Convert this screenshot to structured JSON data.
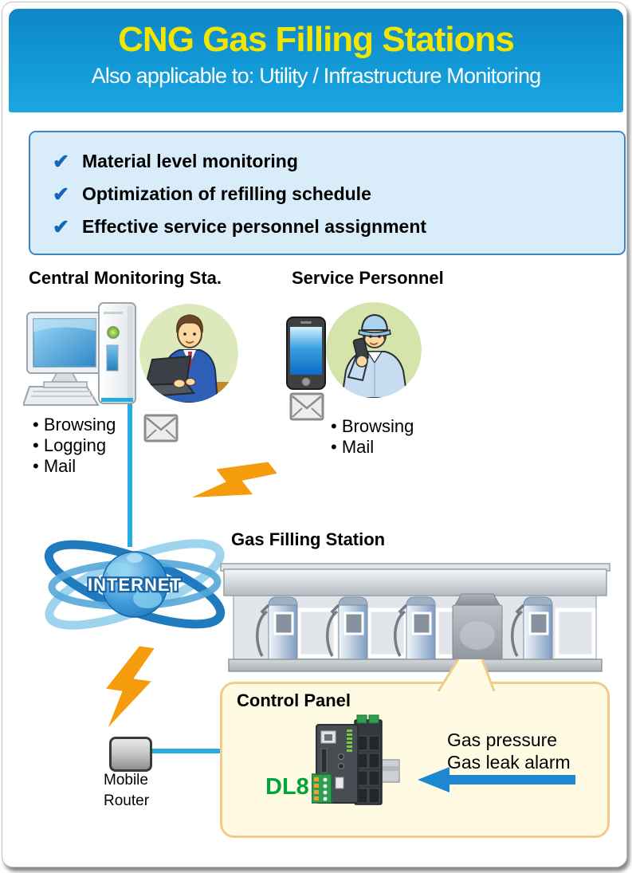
{
  "header": {
    "title": "CNG Gas Filling Stations",
    "subtitle": "Also applicable to: Utility / Infrastructure Monitoring"
  },
  "glyphs": {
    "check": "✔",
    "bullet": "•"
  },
  "benefits": {
    "items": [
      "Material level monitoring",
      "Optimization of refilling schedule",
      "Effective service personnel assignment"
    ]
  },
  "central_station": {
    "title": "Central Monitoring Sta.",
    "capabilities": [
      "Browsing",
      "Logging",
      "Mail"
    ]
  },
  "service_personnel": {
    "title": "Service Personnel",
    "capabilities": [
      "Browsing",
      "Mail"
    ]
  },
  "internet": {
    "label": "INTERNET"
  },
  "gas_station": {
    "title": "Gas Filling Station"
  },
  "control_panel": {
    "title": "Control Panel",
    "device_name": "DL8",
    "inputs": [
      "Gas pressure",
      "Gas leak alarm"
    ]
  },
  "mobile_router": {
    "label_lines": [
      "Mobile",
      "Router"
    ]
  },
  "colors": {
    "header_blue_top": "#0f86c6",
    "header_blue_bottom": "#1ba6e2",
    "title_yellow": "#f2e600",
    "benefits_bg": "#d9ecf9",
    "benefits_border": "#4084c4",
    "check_blue": "#1565b8",
    "link_line_blue": "#29abe2",
    "lightning_orange": "#f59c0c",
    "panel_bg": "#fffbe3",
    "panel_border": "#f2cc86",
    "device_green": "#00a33e",
    "arrow_blue": "#1d87cf"
  }
}
